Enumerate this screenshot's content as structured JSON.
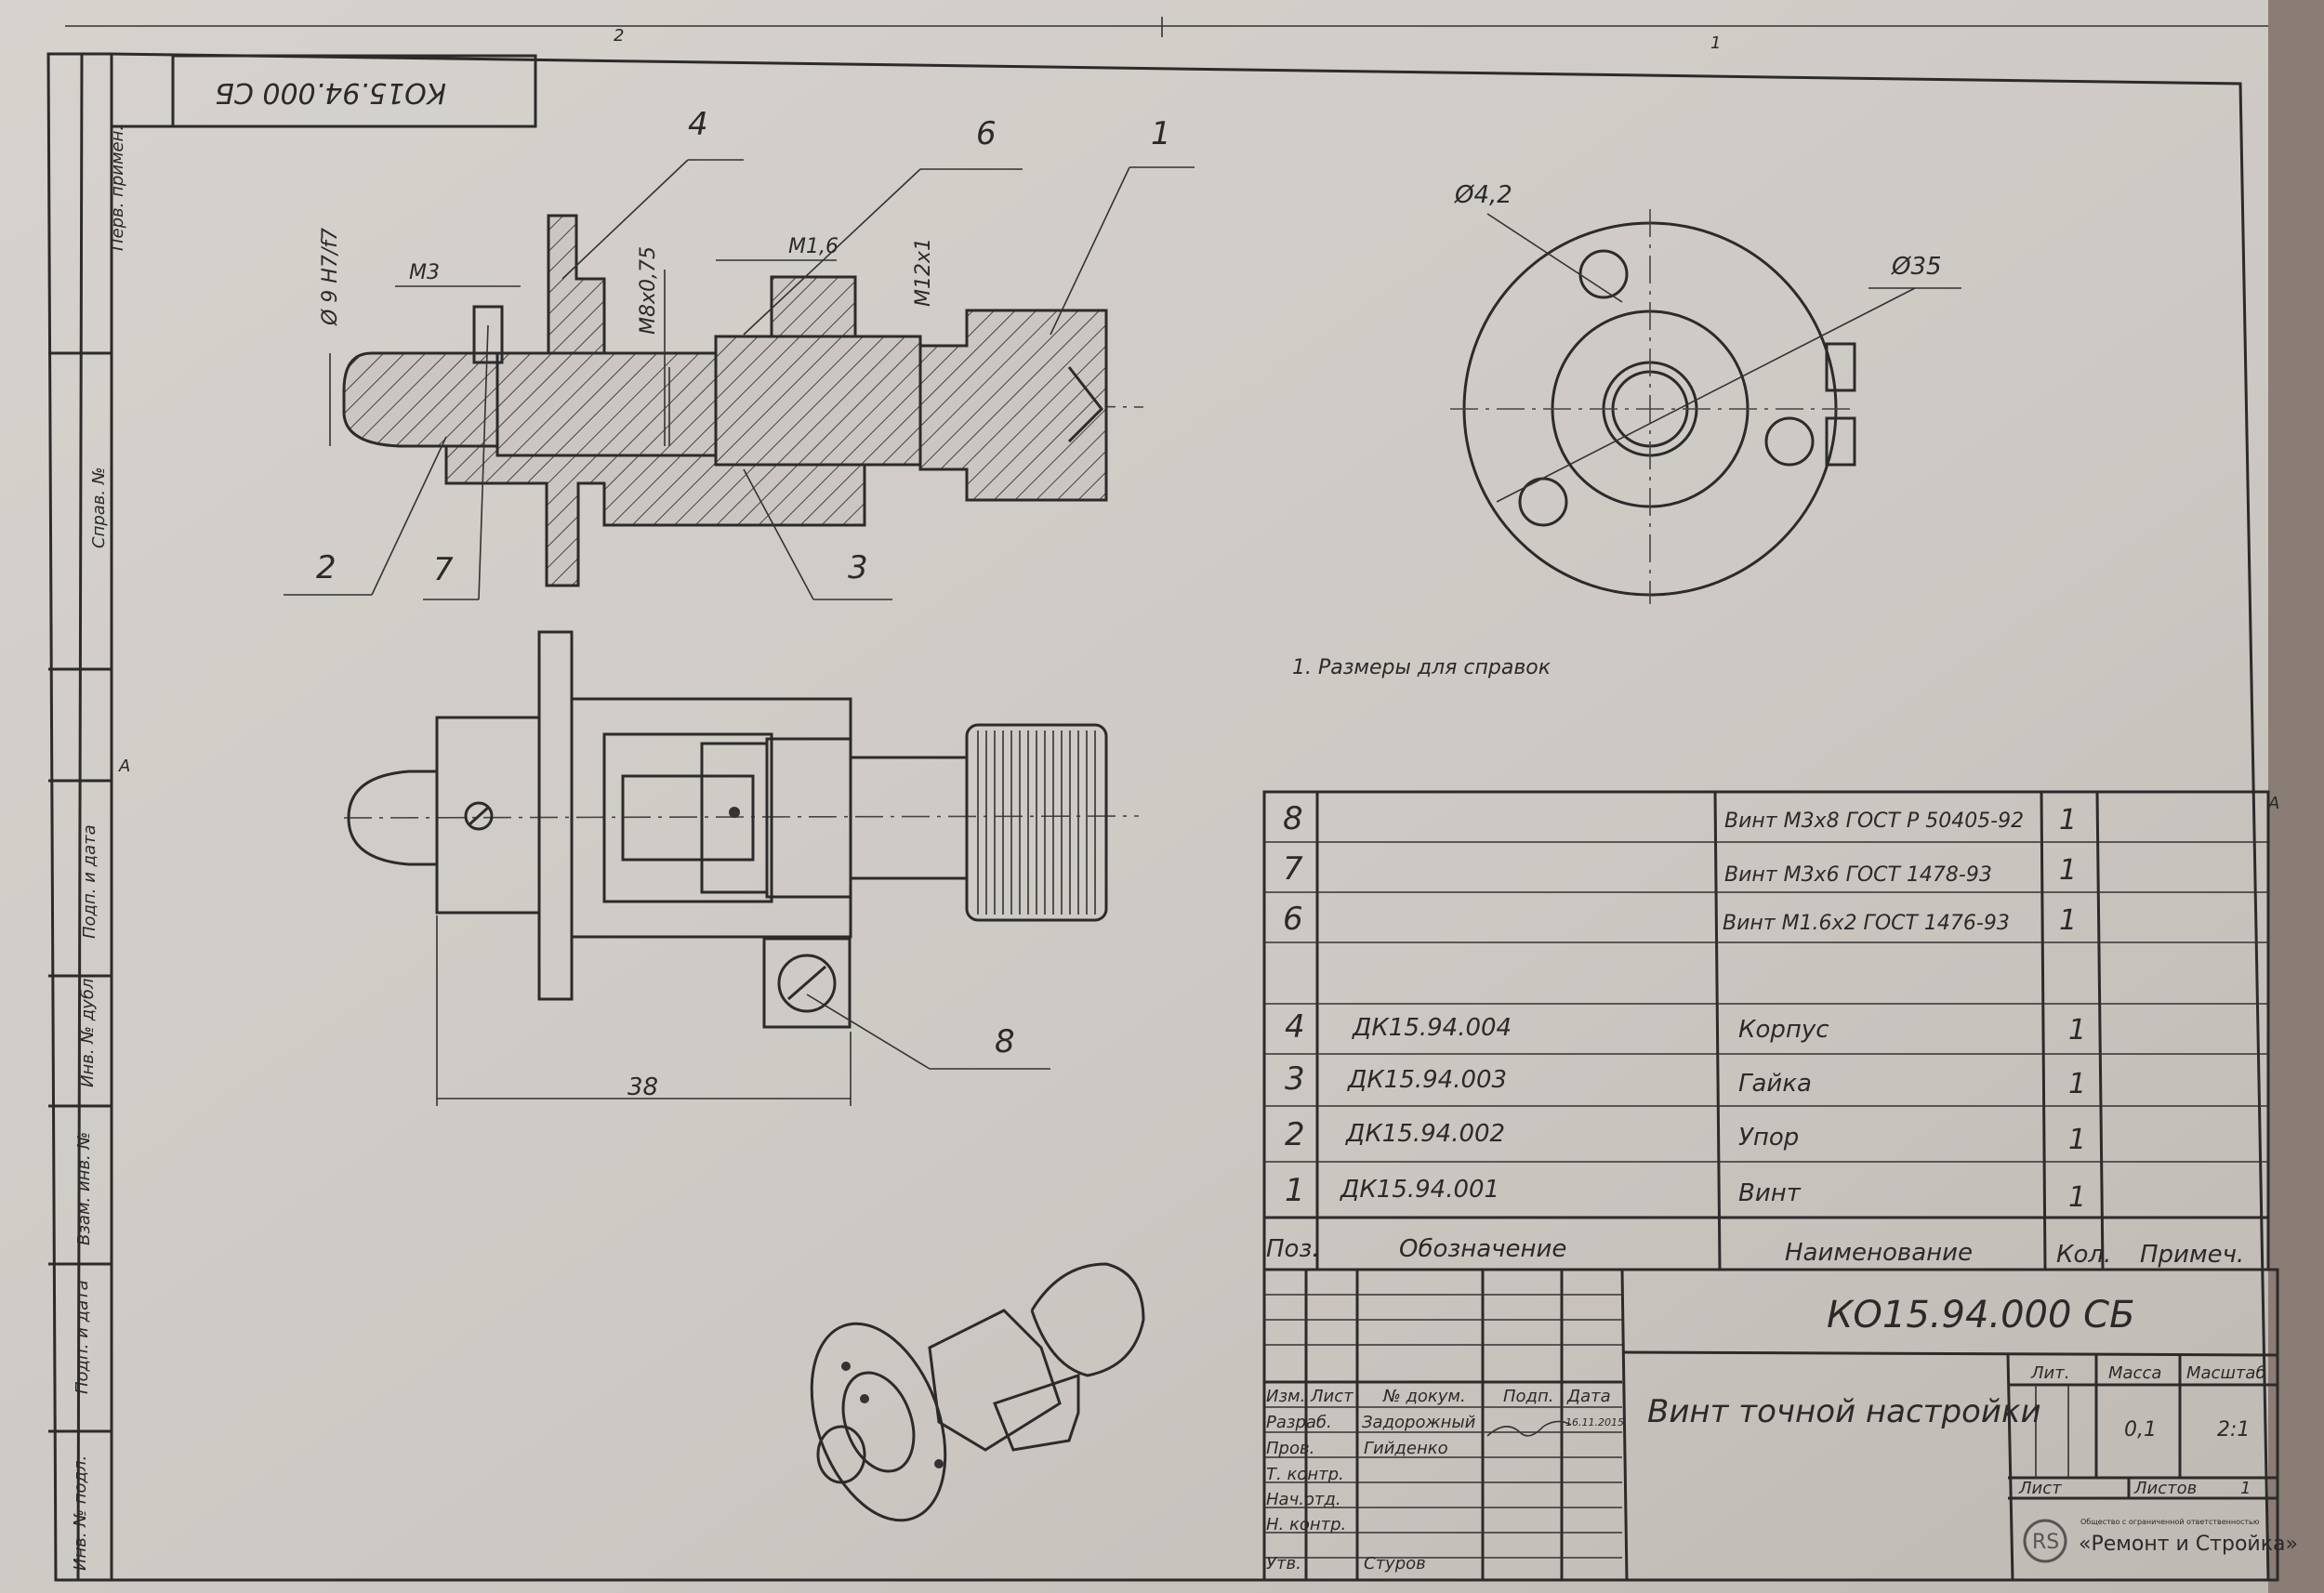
{
  "document": {
    "code_rotated": "КО15.94.000 СБ",
    "code": "КО15.94.000 СБ",
    "title": "Винт точной настройки",
    "zone_top_left": "2",
    "zone_top_right": "1",
    "zone_side": "А",
    "note": "1. Размеры для справок"
  },
  "side_strip": {
    "perv_primen": "Перв. примен.",
    "sprav": "Справ. №",
    "podp_data_1": "Подп. и дата",
    "inv_dubl": "Инв. № дубл.",
    "vzam_inv": "Взам. инв. №",
    "podp_data_2": "Подп. и дата",
    "inv_podl": "Инв. № подл."
  },
  "callouts": [
    "1",
    "2",
    "3",
    "4",
    "6",
    "7",
    "8"
  ],
  "dimensions": {
    "d_fit": "Ø 9 H7/f7",
    "m3": "М3",
    "m8": "М8х0,75",
    "m16": "М1,6",
    "m12": "М12х1",
    "d42": "Ø4,2",
    "d35": "Ø35",
    "len38": "38"
  },
  "spec_table": {
    "headers": {
      "pos": "Поз.",
      "designation": "Обозначение",
      "name": "Наименование",
      "qty": "Кол.",
      "note": "Примеч."
    },
    "rows": [
      {
        "pos": "8",
        "designation": "",
        "name": "Винт М3х8 ГОСТ Р 50405-92",
        "qty": "1"
      },
      {
        "pos": "7",
        "designation": "",
        "name": "Винт М3х6 ГОСТ 1478-93",
        "qty": "1"
      },
      {
        "pos": "6",
        "designation": "",
        "name": "Винт М1.6х2 ГОСТ 1476-93",
        "qty": "1"
      },
      {
        "pos": "",
        "designation": "",
        "name": "",
        "qty": ""
      },
      {
        "pos": "4",
        "designation": "ДК15.94.004",
        "name": "Корпус",
        "qty": "1"
      },
      {
        "pos": "3",
        "designation": "ДК15.94.003",
        "name": "Гайка",
        "qty": "1"
      },
      {
        "pos": "2",
        "designation": "ДК15.94.002",
        "name": "Упор",
        "qty": "1"
      },
      {
        "pos": "1",
        "designation": "ДК15.94.001",
        "name": "Винт",
        "qty": "1"
      }
    ]
  },
  "title_block": {
    "izm": "Изм.",
    "list": "Лист",
    "n_dokum": "№ докум.",
    "podp": "Подп.",
    "data": "Дата",
    "razrab": "Разраб.",
    "razrab_name": "Задорожный",
    "razrab_date": "16.11.2015",
    "prov": "Пров.",
    "prov_name": "Гийденко",
    "t_kontr": "Т. контр.",
    "nach_otd": "Нач.отд.",
    "n_kontr": "Н. контр.",
    "utv": "Утв.",
    "utv_name": "Стуров",
    "lit": "Лит.",
    "massa": "Масса",
    "masshtab": "Масштаб",
    "massa_val": "0,1",
    "masshtab_val": "2:1",
    "list2": "Лист",
    "listov": "Листов",
    "listov_val": "1",
    "org_small": "Общество с ограниченной ответственностью",
    "org_name": "«Ремонт и Стройка»"
  },
  "colors": {
    "paper": "#cfcac5",
    "ink": "#2b2b2b",
    "background": "#8a7d75"
  }
}
